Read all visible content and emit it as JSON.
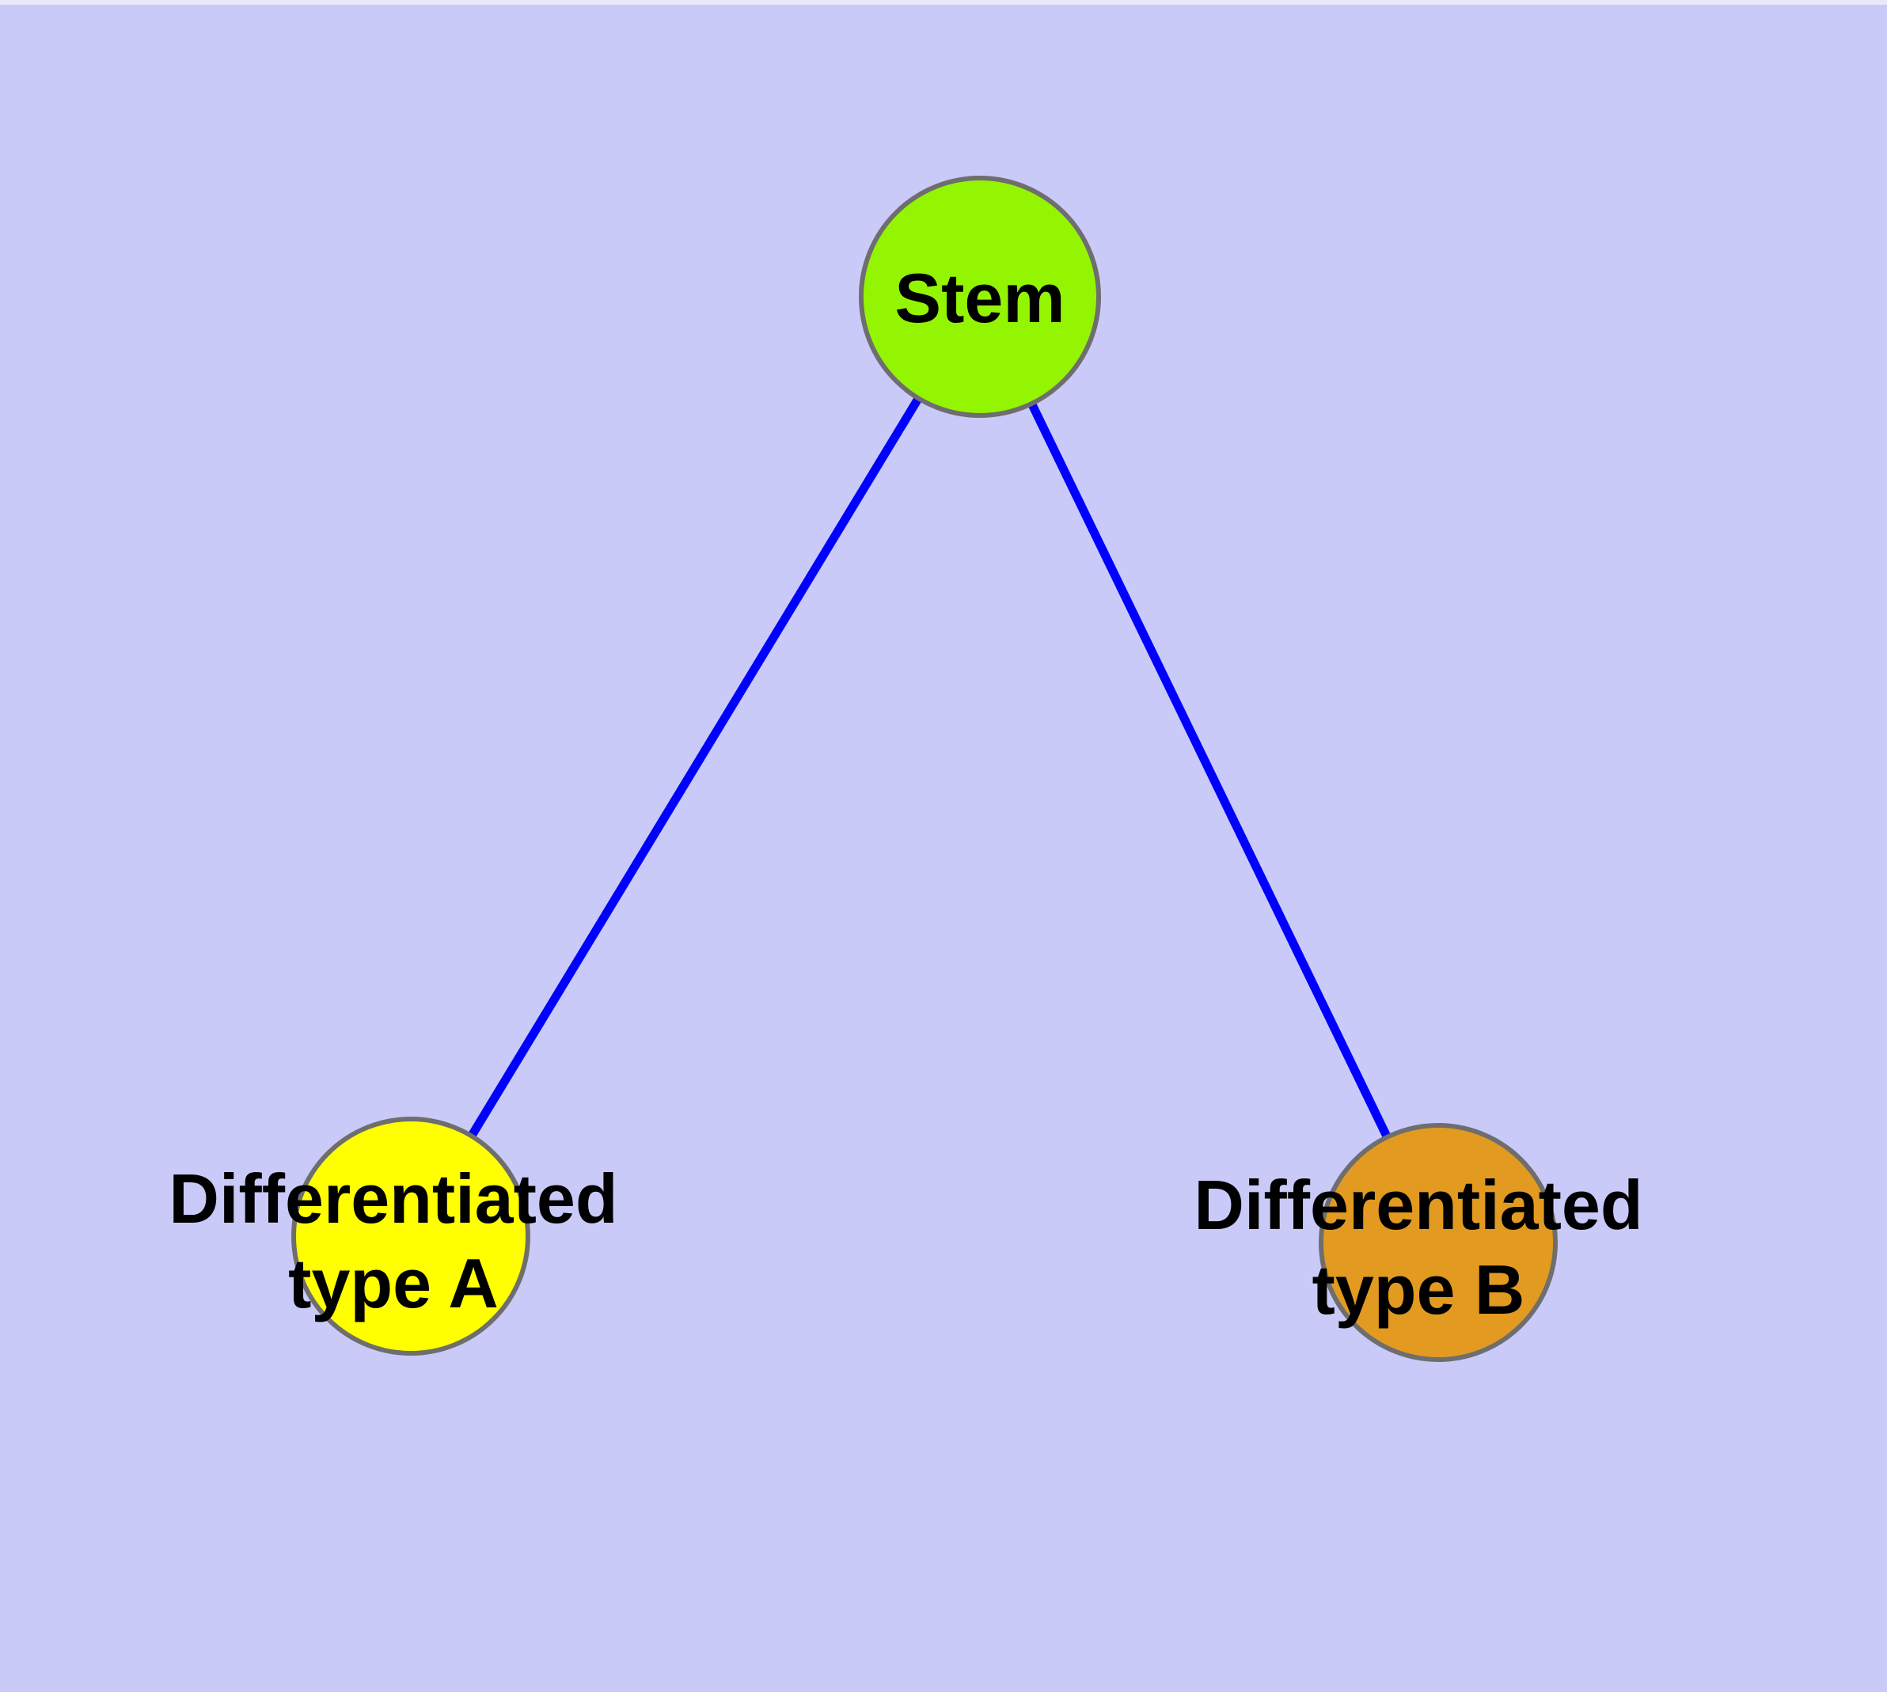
{
  "diagram": {
    "type": "graph",
    "description": "Three-node tree: a stem cell node connected to two differentiated cell type nodes",
    "nodes": {
      "stem": {
        "label": "Stem"
      },
      "type_a": {
        "label_line1": "Differentiated",
        "label_line2": "type A"
      },
      "type_b": {
        "label_line1": "Differentiated",
        "label_line2": "type B"
      }
    },
    "edges": [
      {
        "from": "Stem",
        "to": "Differentiated type A"
      },
      {
        "from": "Stem",
        "to": "Differentiated type B"
      }
    ]
  },
  "colors": {
    "background": "#cacaf9",
    "top_strip": "#e8e8f9",
    "edge": "#0000ff",
    "node_border": "#6e6e6e",
    "stem_fill": "#94f502",
    "type_a_fill": "#ffff00",
    "type_b_fill": "#e29b20",
    "label_text": "#000000"
  }
}
